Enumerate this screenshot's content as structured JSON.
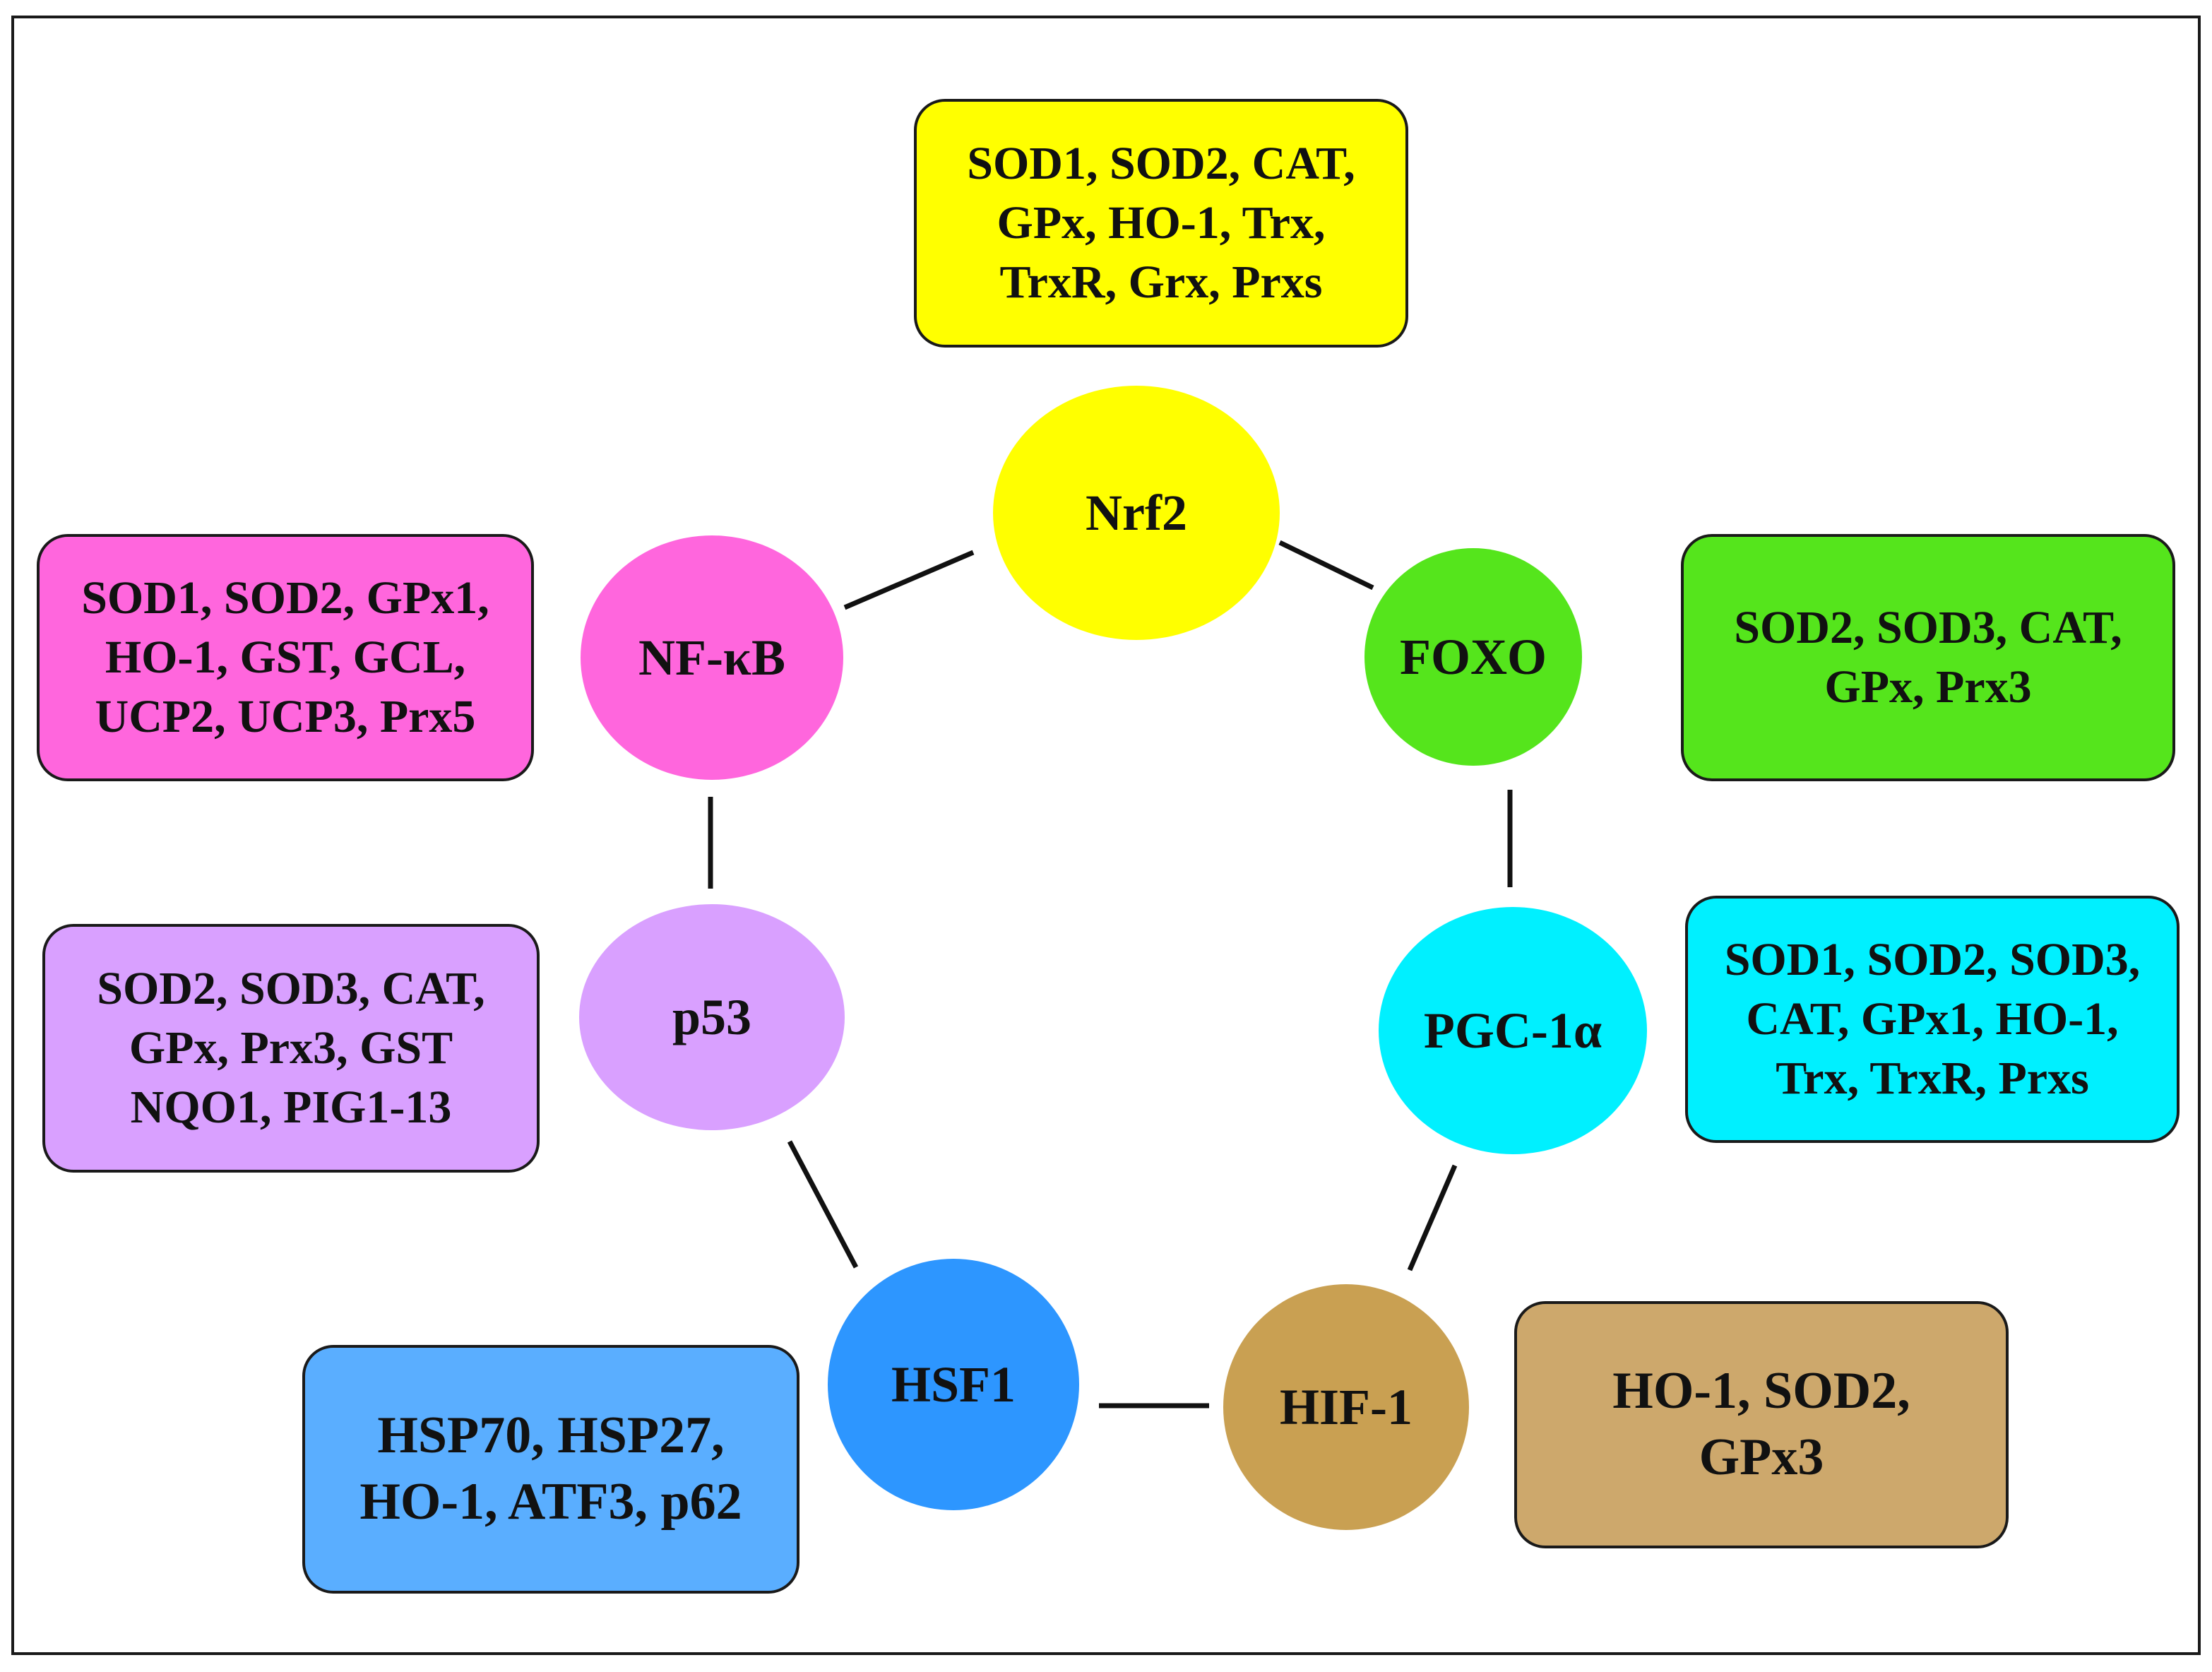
{
  "nodes": {
    "nrf2": {
      "label": "Nrf2",
      "color": "#ffff00"
    },
    "foxo": {
      "label": "FOXO",
      "color": "#55e51c"
    },
    "pgc1a": {
      "label": "PGC-1α",
      "color": "#00f0ff"
    },
    "hif1": {
      "label": "HIF-1",
      "color": "#c9a052"
    },
    "hsf1": {
      "label": "HSF1",
      "color": "#2d96ff"
    },
    "p53": {
      "label": "p53",
      "color": "#d9a0ff"
    },
    "nfkb": {
      "label": "NF-κB",
      "color": "#ff66dd"
    }
  },
  "boxes": {
    "nrf2": {
      "lines": [
        "SOD1, SOD2, CAT,",
        "GPx, HO-1, Trx,",
        "TrxR, Grx, Prxs"
      ],
      "color": "#ffff00"
    },
    "foxo": {
      "lines": [
        "SOD2, SOD3, CAT,",
        "GPx, Prx3"
      ],
      "color": "#55e51c"
    },
    "pgc1a": {
      "lines": [
        "SOD1, SOD2, SOD3,",
        "CAT, GPx1, HO-1,",
        "Trx, TrxR,  Prxs"
      ],
      "color": "#00f0ff"
    },
    "hif1": {
      "lines": [
        "HO-1, SOD2,",
        "GPx3"
      ],
      "color": "#cda86c"
    },
    "hsf1": {
      "lines": [
        "HSP70, HSP27,",
        "HO-1, ATF3, p62"
      ],
      "color": "#5aaeff"
    },
    "p53": {
      "lines": [
        "SOD2, SOD3, CAT,",
        "GPx, Prx3,  GST",
        "NQO1, PIG1-13"
      ],
      "color": "#d9a0ff"
    },
    "nfkb": {
      "lines": [
        "SOD1, SOD2, GPx1,",
        "HO-1, GST, GCL,",
        "UCP2, UCP3, Prx5"
      ],
      "color": "#ff66dd"
    }
  }
}
